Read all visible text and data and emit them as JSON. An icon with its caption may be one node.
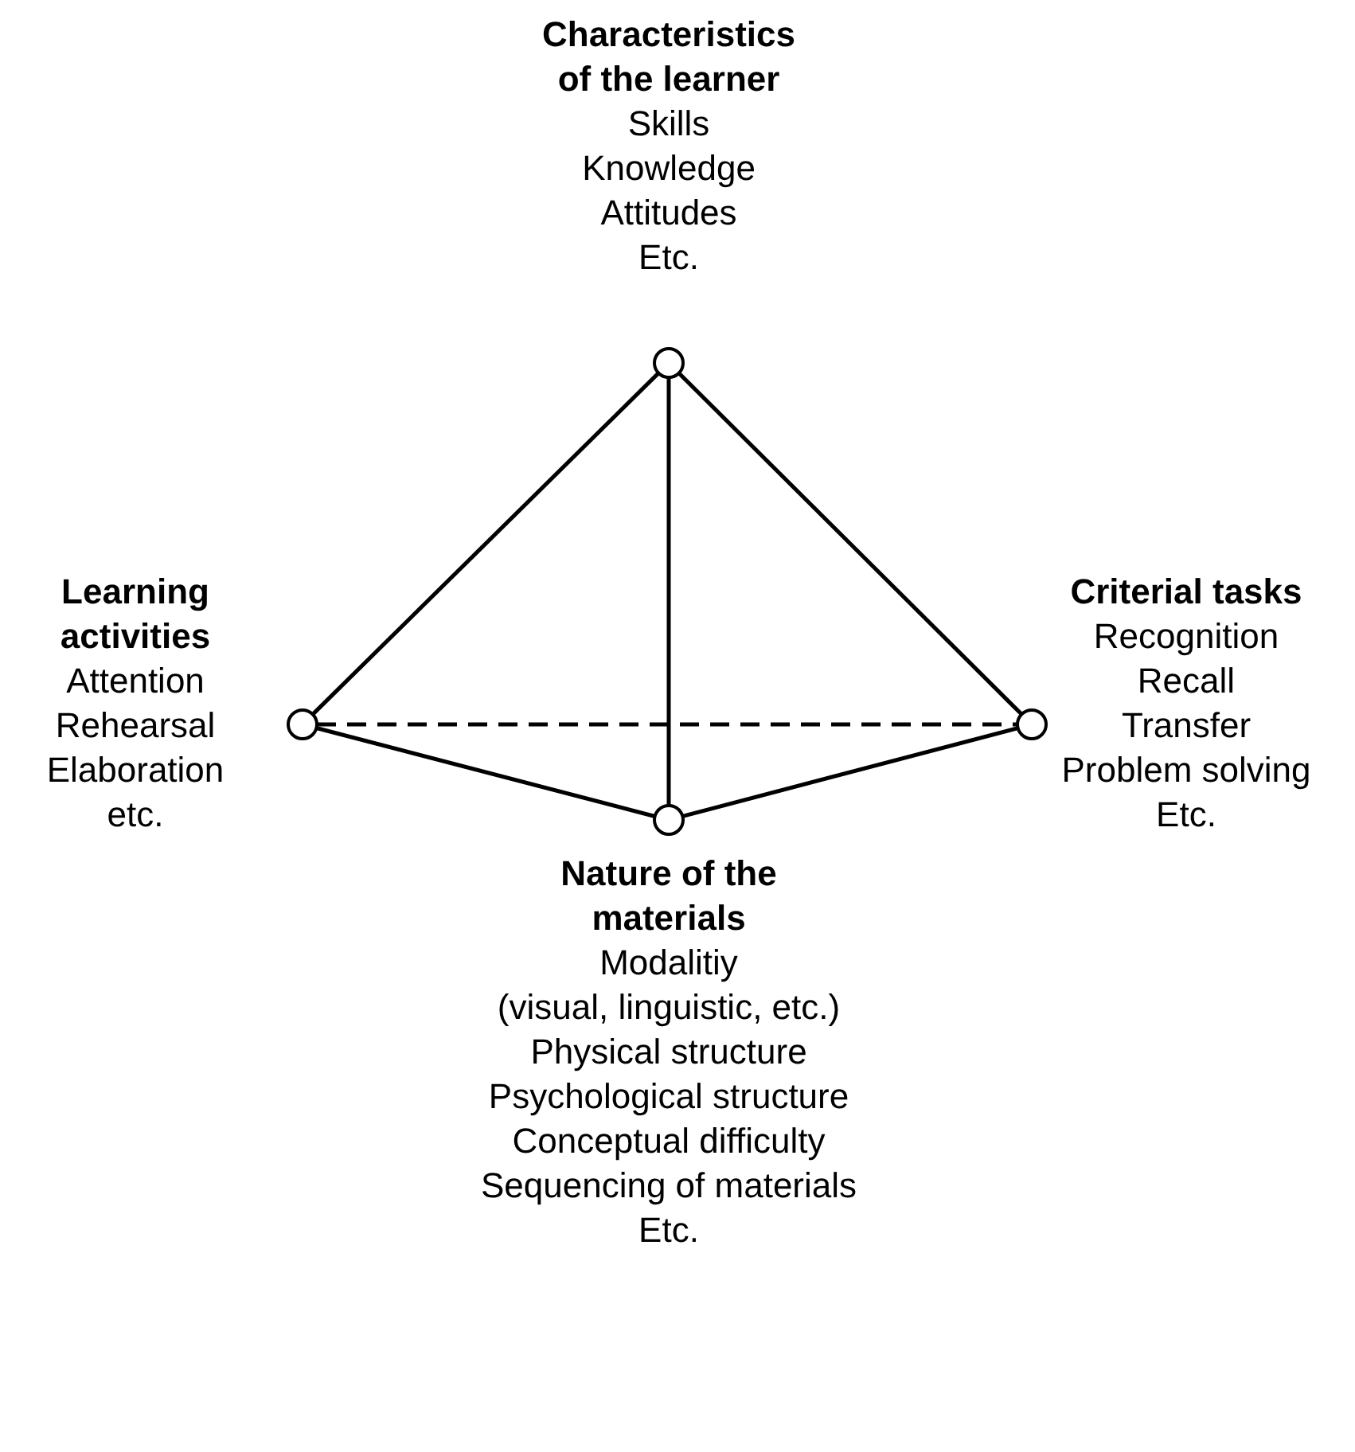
{
  "diagram": {
    "nodes": [
      {
        "text": [],
        "shape": "circle",
        "beside": [
          "Characteristics of the learner",
          "Skills",
          "Knowledge",
          "Attitudes",
          "Etc."
        ]
      },
      {
        "text": [],
        "shape": "circle",
        "beside": [
          "Learning activities",
          "Attention",
          "Rehearsal",
          "Elaboration",
          "etc."
        ]
      },
      {
        "text": [],
        "shape": "circle",
        "beside": [
          "Criterial tasks",
          "Recognition",
          "Recall",
          "Transfer",
          "Problem solving",
          "Etc."
        ]
      },
      {
        "text": [],
        "shape": "circle",
        "beside": [
          "Nature of the materials",
          "Modalitiy",
          "(visual, linguistic, etc.)",
          "Physical structure",
          "Psychological structure",
          "Conceptual difficulty",
          "Sequencing of materials",
          "Etc."
        ]
      }
    ],
    "edges": [
      {
        "from": 0,
        "to": 1,
        "arrow": "none"
      },
      {
        "from": 0,
        "to": 2,
        "arrow": "none"
      },
      {
        "from": 0,
        "to": 3,
        "arrow": "none"
      },
      {
        "from": 1,
        "to": 3,
        "arrow": "none"
      },
      {
        "from": 2,
        "to": 3,
        "arrow": "none"
      },
      {
        "from": 1,
        "to": 2,
        "arrow": "none",
        "style": "dashed"
      }
    ]
  }
}
